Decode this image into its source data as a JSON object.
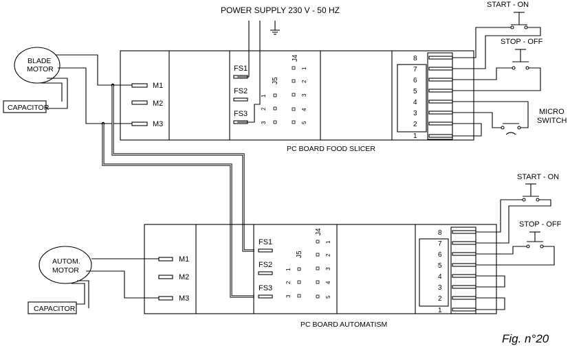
{
  "supply": {
    "label": "POWER SUPPLY 230 V - 50 HZ"
  },
  "slicer": {
    "board_label": "PC BOARD FOOD SLICER",
    "motor_line1": "BLADE",
    "motor_line2": "MOTOR",
    "capacitor": "CAPACITOR",
    "start_label": "START - ON",
    "stop_label": "STOP - OFF",
    "micro_line1": "MICRO",
    "micro_line2": "SWITCH"
  },
  "automatism": {
    "board_label": "PC BOARD AUTOMATISM",
    "motor_line1": "AUTOM.",
    "motor_line2": "MOTOR",
    "capacitor": "CAPACITOR",
    "start_label": "START - ON",
    "stop_label": "STOP - OFF"
  },
  "terminals": {
    "m1": "M1",
    "m2": "M2",
    "m3": "M3"
  },
  "fuses": {
    "fs1": "FS1",
    "fs2": "FS2",
    "fs3": "FS3"
  },
  "connectors": {
    "j4": "J4",
    "j5": "J5",
    "j4_pins": [
      "1",
      "2",
      "3",
      "4",
      "5"
    ],
    "j5_pins": [
      "1",
      "2",
      "3"
    ]
  },
  "terminal_strip": [
    "8",
    "7",
    "6",
    "5",
    "4",
    "3",
    "2",
    "1"
  ],
  "figure": "Fig. n°20"
}
